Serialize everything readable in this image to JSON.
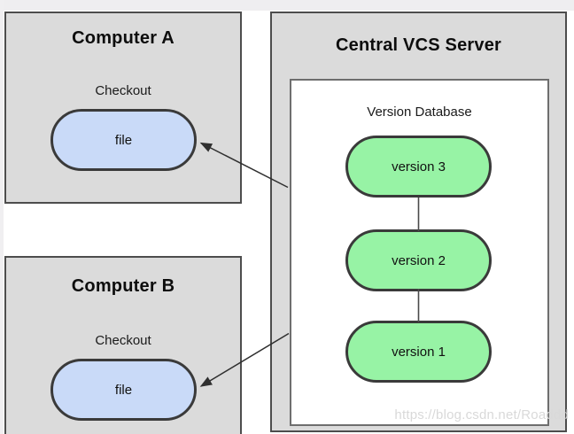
{
  "diagram": {
    "computer_a": {
      "title": "Computer A",
      "checkout_label": "Checkout",
      "file_label": "file"
    },
    "computer_b": {
      "title": "Computer B",
      "checkout_label": "Checkout",
      "file_label": "file"
    },
    "server": {
      "title": "Central VCS Server",
      "version_database": {
        "title": "Version Database",
        "versions": [
          "version 3",
          "version 2",
          "version 1"
        ]
      }
    },
    "watermark": "https://blog.csdn.net/Roaddd",
    "colors": {
      "panel_fill": "#dbdbdb",
      "panel_border": "#4d4d4d",
      "file_fill": "#c9daf8",
      "version_fill": "#97f3a5",
      "pill_border": "#3a3a3a",
      "arrow": "#2f2f2f",
      "watermark_text": "#d9d9d9"
    }
  }
}
